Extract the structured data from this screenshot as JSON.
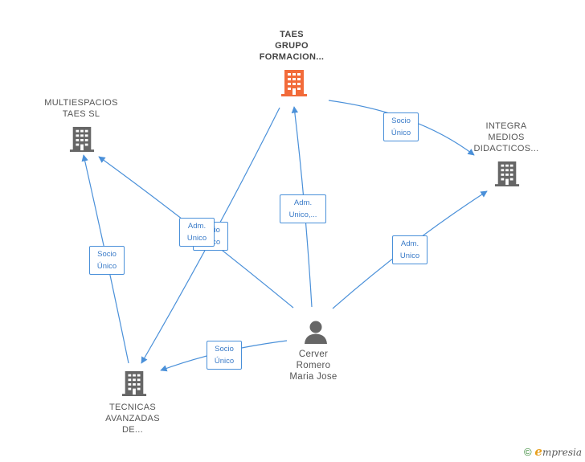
{
  "nodes": {
    "taes": {
      "label": [
        "TAES",
        "GRUPO",
        "FORMACION..."
      ],
      "icon": "building-icon",
      "color": "#f26b3a"
    },
    "multiespacios": {
      "label": [
        "MULTIESPACIOS",
        "TAES  SL"
      ],
      "icon": "building-icon",
      "color": "#666666"
    },
    "integra": {
      "label": [
        "INTEGRA",
        "MEDIOS",
        "DIDACTICOS..."
      ],
      "icon": "building-icon",
      "color": "#666666"
    },
    "tecnicas": {
      "label": [
        "TECNICAS",
        "AVANZADAS",
        "DE..."
      ],
      "icon": "building-icon",
      "color": "#666666"
    },
    "cerver": {
      "label": [
        "Cerver",
        "Romero",
        "Maria Jose"
      ],
      "icon": "person-icon",
      "color": "#666666"
    }
  },
  "edges": {
    "socio_taes_integra": [
      "Socio",
      "Único"
    ],
    "adm_cerver_taes": [
      "Adm.",
      "Unico,..."
    ],
    "adm_cerver_integra": [
      "Adm.",
      "Unico"
    ],
    "adm_cerver_multi": [
      "Adm.",
      "Unico"
    ],
    "socio_tecnicas_multi": [
      "Socio",
      "Único"
    ],
    "socio_cerver_tecnicas": [
      "Socio",
      "Único"
    ],
    "hidden_overlap": [
      "Socio",
      "Único"
    ]
  },
  "brand": {
    "copyright": "©",
    "name_initial": "e",
    "name_rest": "mpresia"
  },
  "colors": {
    "edge": "#4a90d9",
    "label_border": "#4a90d9",
    "main_company": "#f26b3a",
    "node": "#666666"
  }
}
